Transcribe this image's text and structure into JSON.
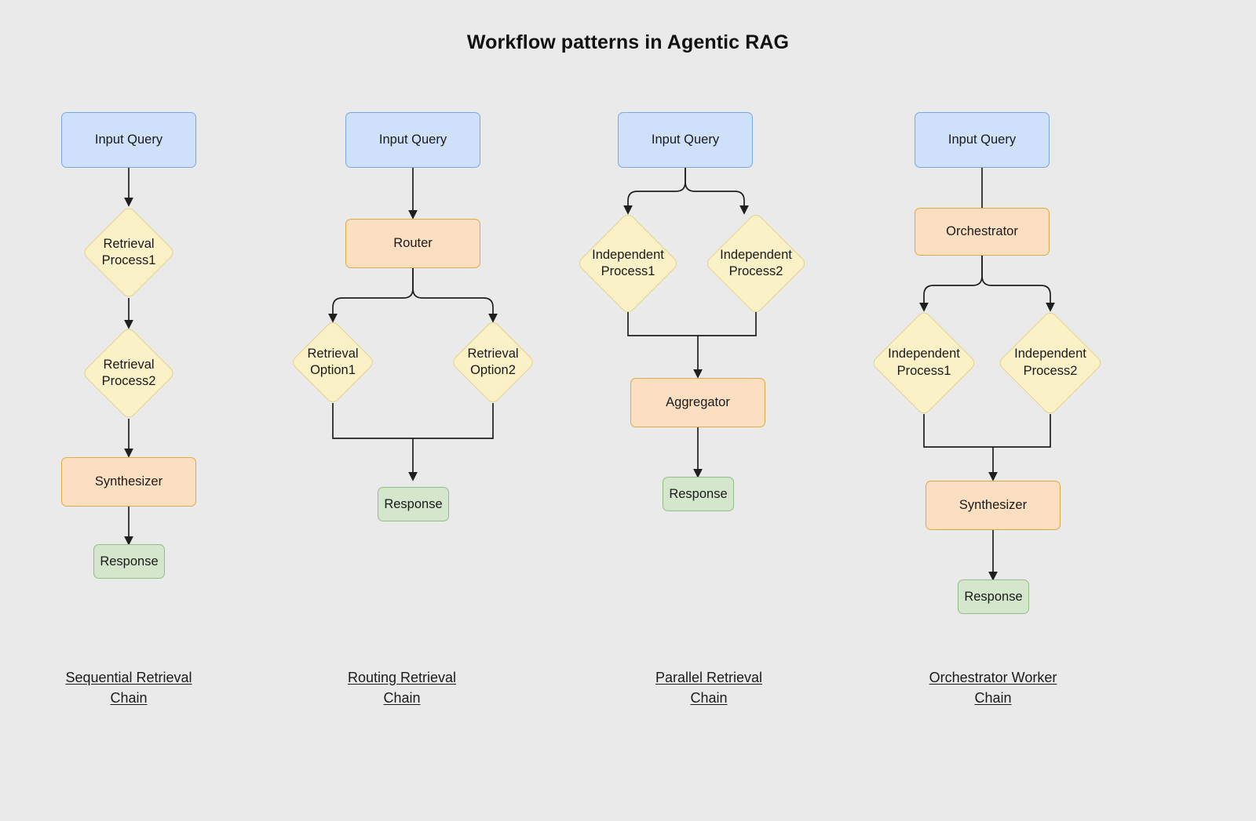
{
  "title": "Workflow patterns in Agentic RAG",
  "background_color": "#eaeaea",
  "palette": {
    "input_fill": "#cfe0fa",
    "input_stroke": "#7aa8e0",
    "process_fill": "#fbdfc0",
    "process_stroke": "#dda949",
    "decision_fill": "#fbf1c7",
    "decision_stroke": "#e4d388",
    "response_fill": "#d4e7cd",
    "response_stroke": "#93bd86",
    "edge_color": "#1f1f1f",
    "text_color": "#1a1a1a"
  },
  "columns": [
    {
      "id": "sequential",
      "caption_line1": "Sequential Retrieval",
      "caption_line2": "Chain",
      "nodes": {
        "input": "Input Query",
        "process1_line1": "Retrieval",
        "process1_line2": "Process1",
        "process2_line1": "Retrieval",
        "process2_line2": "Process2",
        "synthesizer": "Synthesizer",
        "response": "Response"
      }
    },
    {
      "id": "routing",
      "caption_line1": "Routing Retrieval",
      "caption_line2": "Chain",
      "nodes": {
        "input": "Input Query",
        "router": "Router",
        "option1_line1": "Retrieval",
        "option1_line2": "Option1",
        "option2_line1": "Retrieval",
        "option2_line2": "Option2",
        "response": "Response"
      }
    },
    {
      "id": "parallel",
      "caption_line1": "Parallel Retrieval",
      "caption_line2": "Chain",
      "nodes": {
        "input": "Input Query",
        "process1_line1": "Independent",
        "process1_line2": "Process1",
        "process2_line1": "Independent",
        "process2_line2": "Process2",
        "aggregator": "Aggregator",
        "response": "Response"
      }
    },
    {
      "id": "orchestrator",
      "caption_line1": "Orchestrator Worker",
      "caption_line2": "Chain",
      "nodes": {
        "input": "Input Query",
        "orchestrator": "Orchestrator",
        "process1_line1": "Independent",
        "process1_line2": "Process1",
        "process2_line1": "Independent",
        "process2_line2": "Process2",
        "synthesizer": "Synthesizer",
        "response": "Response"
      }
    }
  ]
}
